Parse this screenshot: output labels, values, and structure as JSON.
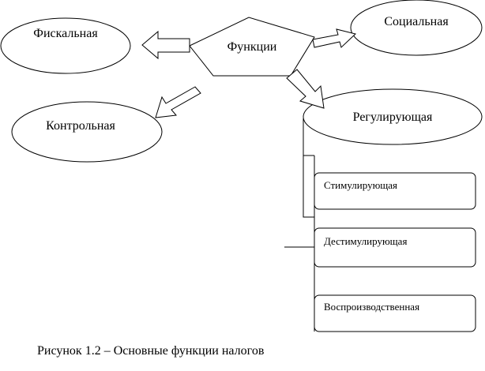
{
  "diagram": {
    "center": {
      "label": "Функции"
    },
    "nodes": {
      "fiscal": "Фискальная",
      "social": "Социальная",
      "control": "Контрольная",
      "regulating": "Регулирующая"
    },
    "subnodes": {
      "stimulating": "Стимулирующая",
      "destimulating": "Дестимулирующая",
      "reproductive": "Воспроизводственная"
    }
  },
  "caption": "Рисунок 1.2   – Основные функции налогов"
}
